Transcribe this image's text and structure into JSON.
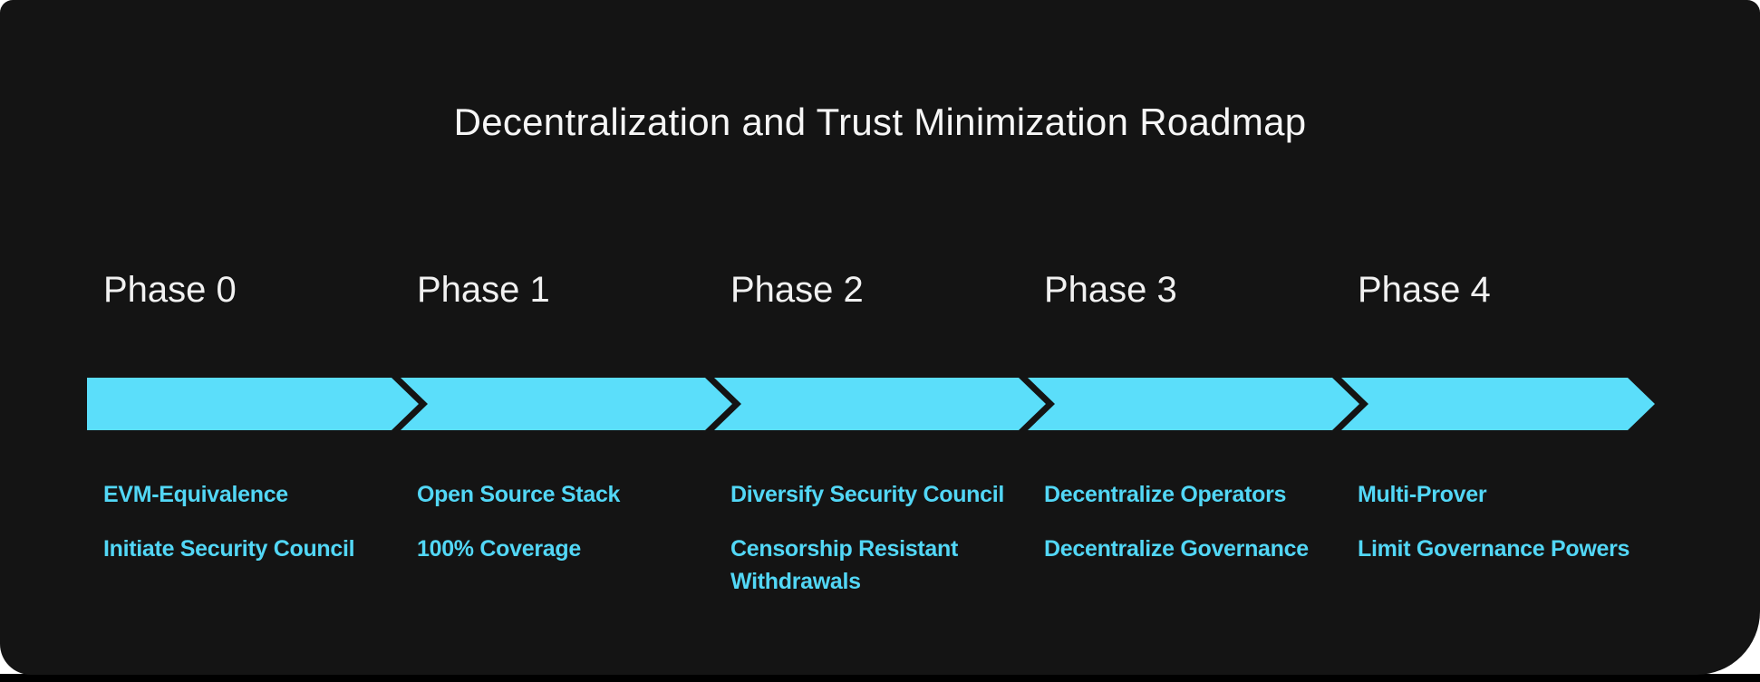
{
  "title": "Decentralization and Trust Minimization Roadmap",
  "phases": [
    {
      "label": "Phase 0",
      "items": [
        "EVM-Equivalence",
        "Initiate Security Council"
      ]
    },
    {
      "label": "Phase 1",
      "items": [
        "Open Source Stack",
        "100% Coverage"
      ]
    },
    {
      "label": "Phase 2",
      "items": [
        "Diversify Security Council",
        "Censorship Resistant Withdrawals"
      ]
    },
    {
      "label": "Phase 3",
      "items": [
        "Decentralize Operators",
        "Decentralize Governance"
      ]
    },
    {
      "label": "Phase 4",
      "items": [
        "Multi-Prover",
        "Limit Governance Powers"
      ]
    }
  ],
  "colors": {
    "page_background": "#ffffff",
    "panel_background": "#141414",
    "bottom_bar": "#000000",
    "arrow_cyan": "#5bdefa",
    "item_text_cyan": "#52d7f6",
    "heading_text": "#f4f4f4"
  }
}
